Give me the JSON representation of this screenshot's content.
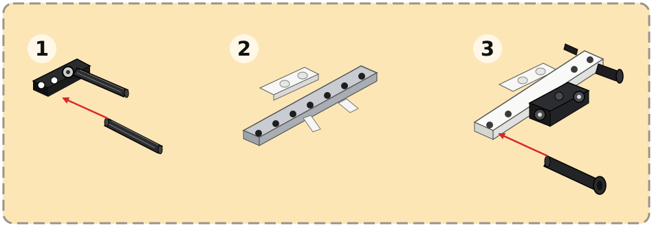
{
  "steps": [
    {
      "number": "1",
      "icon": "beam-axle-insert"
    },
    {
      "number": "2",
      "icon": "pinned-beam"
    },
    {
      "number": "3",
      "icon": "beam-connector-assembly"
    }
  ],
  "colors": {
    "panel_background": "#fde6b6",
    "dashed_border": "#9a9488",
    "badge_background": "#fff8e8",
    "arrow": "#d8262b",
    "dark_part": "#1f2022",
    "grey_beam": "#c6c9cf",
    "white_part": "#f4f4f2"
  }
}
